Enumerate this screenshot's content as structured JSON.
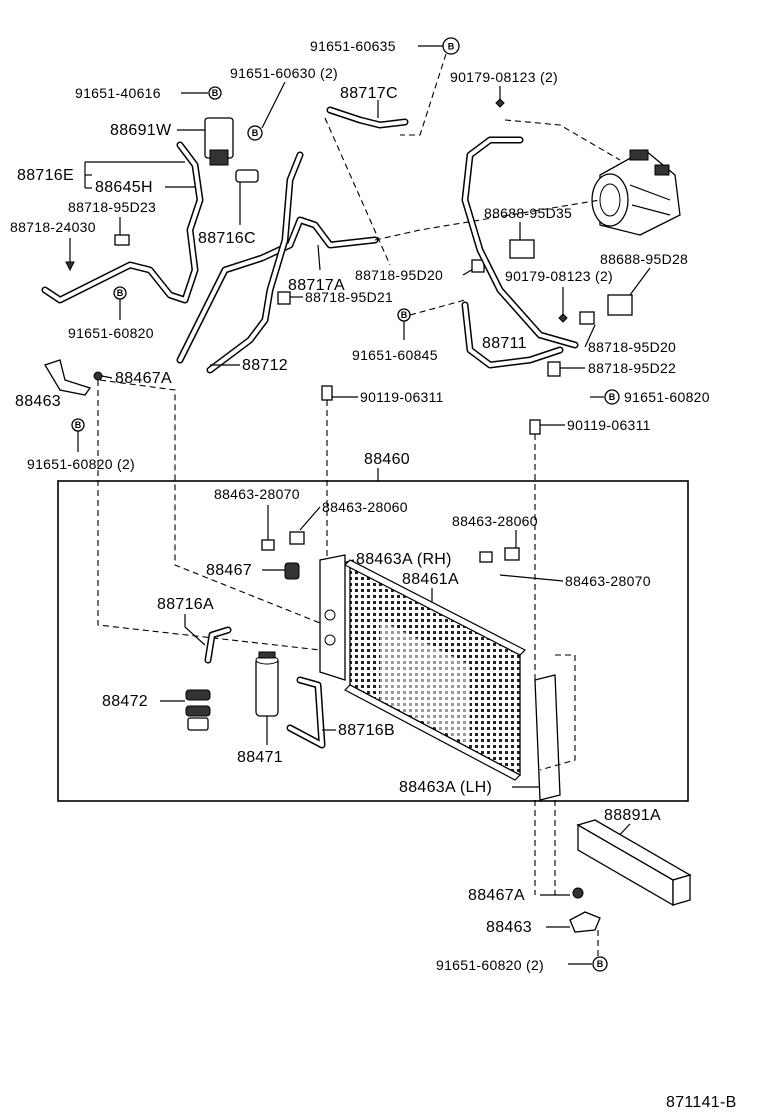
{
  "diagram_id": "871141-B",
  "assembly_label": "88460",
  "bolt_symbol": "B",
  "labels": {
    "p91651_60635": "91651-60635",
    "p91651_60630": "91651-60630 (2)",
    "p90179_08123_top": "90179-08123 (2)",
    "p91651_40616": "91651-40616",
    "p88717C": "88717C",
    "p88691W": "88691W",
    "p88716E": "88716E",
    "p88645H": "88645H",
    "p88718_95D23": "88718-95D23",
    "p88718_24030": "88718-24030",
    "p88716C": "88716C",
    "p88688_95D35": "88688-95D35",
    "p88688_95D28": "88688-95D28",
    "p88717A": "88717A",
    "p88718_95D20_a": "88718-95D20",
    "p90179_08123_mid": "90179-08123 (2)",
    "p88718_95D21": "88718-95D21",
    "p91651_60820_a": "91651-60820",
    "p91651_60845": "91651-60845",
    "p88711": "88711",
    "p88718_95D20_b": "88718-95D20",
    "p88712": "88712",
    "p88718_95D22": "88718-95D22",
    "p88467A_top": "88467A",
    "p91651_60820_b": "91651-60820",
    "p88463_top": "88463",
    "p90119_06311_a": "90119-06311",
    "p90119_06311_b": "90119-06311",
    "p91651_60820_2_top": "91651-60820 (2)",
    "p88460": "88460",
    "p88463_28070_a": "88463-28070",
    "p88463_28060_a": "88463-28060",
    "p88463_28060_b": "88463-28060",
    "p88463A_RH": "88463A (RH)",
    "p88467": "88467",
    "p88461A": "88461A",
    "p88463_28070_b": "88463-28070",
    "p88716A": "88716A",
    "p88472": "88472",
    "p88716B": "88716B",
    "p88471": "88471",
    "p88463A_LH": "88463A (LH)",
    "p88891A": "88891A",
    "p88467A_bot": "88467A",
    "p88463_bot": "88463",
    "p91651_60820_2_bot": "91651-60820 (2)"
  }
}
